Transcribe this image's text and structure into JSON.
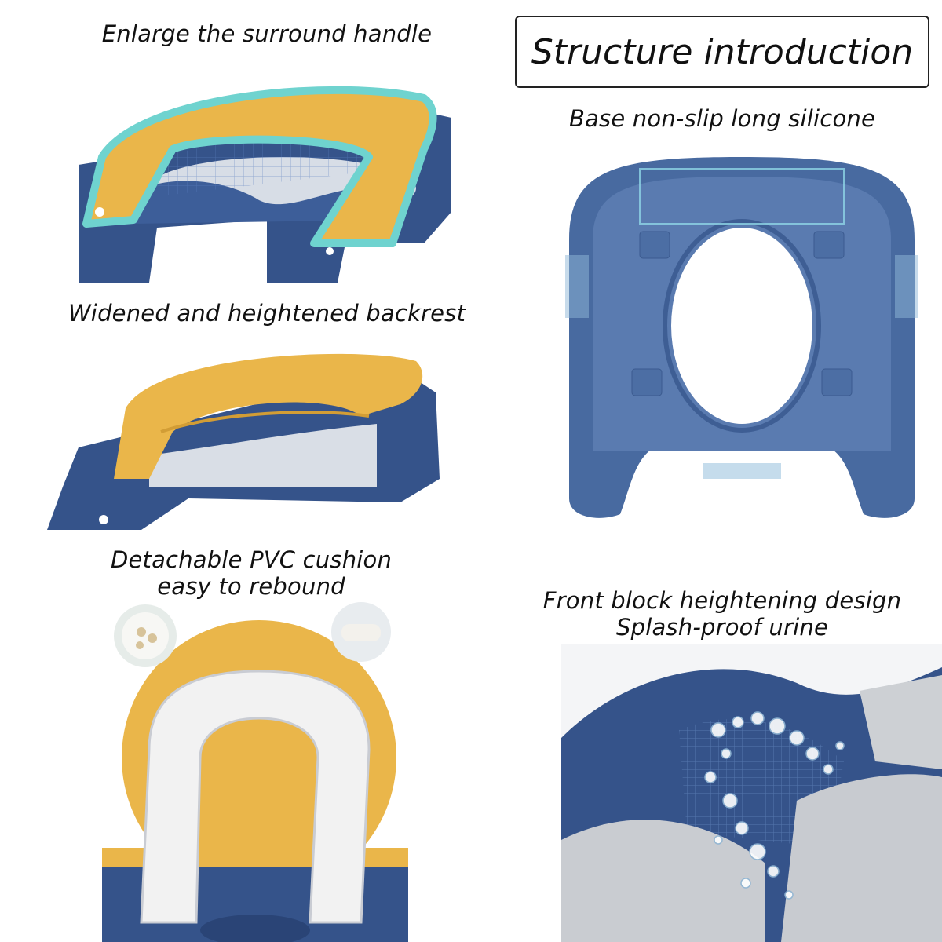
{
  "header": {
    "title": "Structure introduction"
  },
  "features": {
    "surround_handle": "Enlarge the surround handle",
    "base_silicone": "Base non-slip long silicone",
    "backrest": "Widened and heightened backrest",
    "cushion_line1": "Detachable PVC cushion",
    "cushion_line2": "easy to rebound",
    "front_block_line1": "Front block heightening design",
    "front_block_line2": "Splash-proof urine"
  },
  "colors": {
    "navy": "#35538a",
    "yellow": "#eab64a",
    "teal": "#6fd3cf",
    "cushion": "#f2f2f2"
  }
}
